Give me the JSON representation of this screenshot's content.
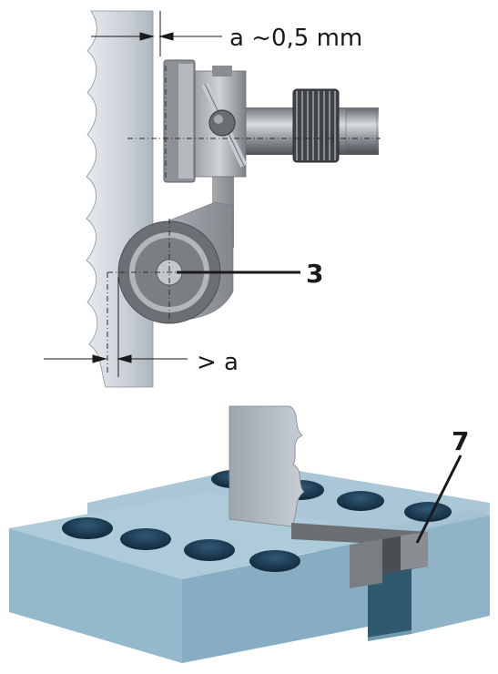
{
  "labels": {
    "top_clearance": "a ~0,5 mm",
    "bottom_clearance": "> a",
    "callout_guide_bearing": "3",
    "callout_insert": "7"
  },
  "colors": {
    "blade_light": "#dfe5ea",
    "blade_mid": "#b8c0c7",
    "metal_dark": "#5a5d62",
    "metal_mid": "#8c9096",
    "metal_light": "#d4d7db",
    "table_top": "#a9c7d6",
    "table_front": "#8fb6ca",
    "table_side": "#7ea7bd",
    "hole": "#1e3a52",
    "ink": "#1a1a1a"
  }
}
